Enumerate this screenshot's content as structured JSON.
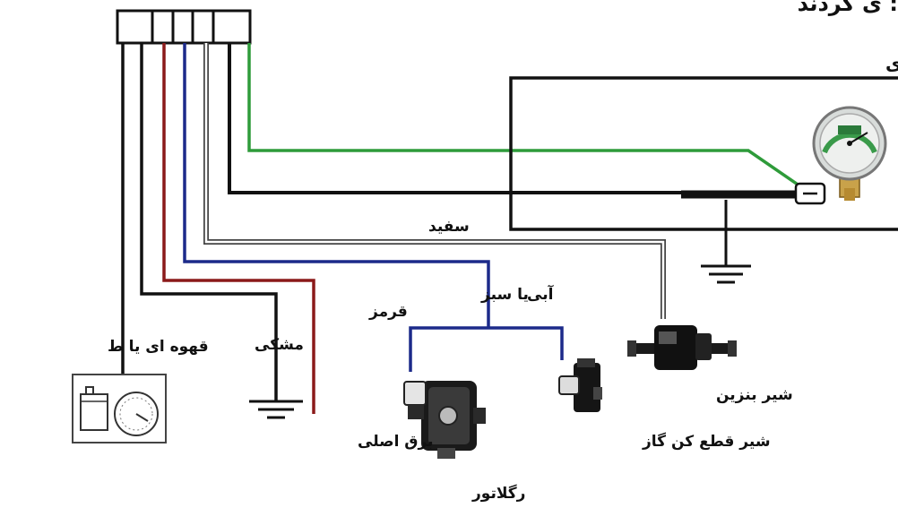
{
  "header": {
    "top_partial": "ی کردند :",
    "method_title": "روش اول :  نحوه اتصال گیج عقربه ای"
  },
  "labels": {
    "brown": "قهوه ای یا ط",
    "black": "مشکی",
    "red": "قرمز",
    "main_power": "برق اصلی",
    "blue": "آبی",
    "or_green": "یا سبز",
    "white": "سفید",
    "petrol_valve": "شیر بنزین",
    "gas_cut_valve": "شیر قطع کن گاز",
    "regulator": "رگلاتور"
  },
  "colors": {
    "wire_black": "#111111",
    "wire_red": "#8b1a1a",
    "wire_blue": "#1c2a8a",
    "wire_green": "#2e9b3a",
    "wire_white_outline": "#444444",
    "background": "#ffffff"
  },
  "icons": {
    "connector": "connector-block-icon",
    "switch_panel": "switch-gauge-icon",
    "pressure_gauge": "pressure-gauge-icon",
    "petrol_valve": "solenoid-valve-icon",
    "gas_cut_valve": "gas-valve-icon",
    "regulator": "regulator-icon",
    "ground": "ground-symbol-icon"
  }
}
